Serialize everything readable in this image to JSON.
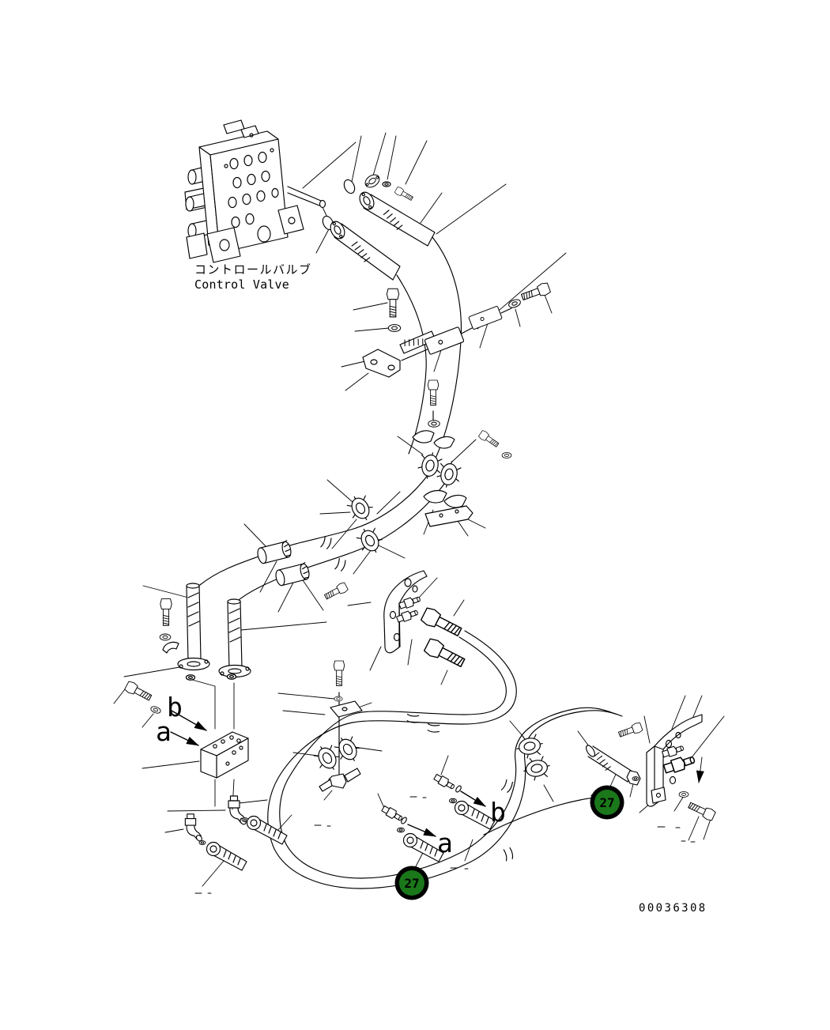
{
  "diagram": {
    "component_label": {
      "ja": "コントロールバルブ",
      "en": "Control Valve"
    },
    "drawing_number": "00036308",
    "callouts": [
      {
        "label": "27"
      },
      {
        "label": "27"
      }
    ],
    "port_labels": {
      "manifold_b": "b",
      "manifold_a": "a",
      "hose_b": "b",
      "hose_a": "a"
    },
    "colors": {
      "background": "#ffffff",
      "line": "#000000",
      "callout_fill": "#1a781a",
      "callout_ring": "#000000",
      "callout_text": "#ffffff"
    }
  }
}
